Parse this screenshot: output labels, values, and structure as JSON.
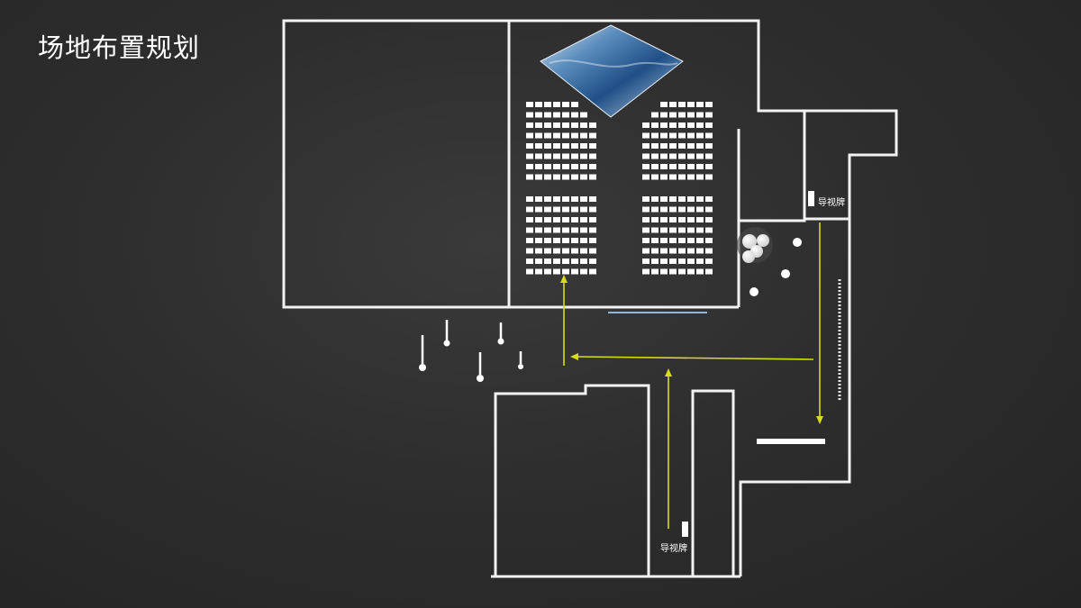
{
  "page": {
    "title": "场地布置规划"
  },
  "signs": [
    {
      "label": "导视牌"
    },
    {
      "label": "导视牌"
    }
  ],
  "colors": {
    "background": "#2b2b2b",
    "walls": "#f2f2f2",
    "guide_arrows": "#d8dc18",
    "screen": "#2f6fa8"
  },
  "icons": {
    "screen": "stage-screen-icon",
    "seat": "seat-icon",
    "sign": "sign-icon",
    "balloon": "balloon-cluster-icon",
    "stand": "standing-table-icon"
  }
}
